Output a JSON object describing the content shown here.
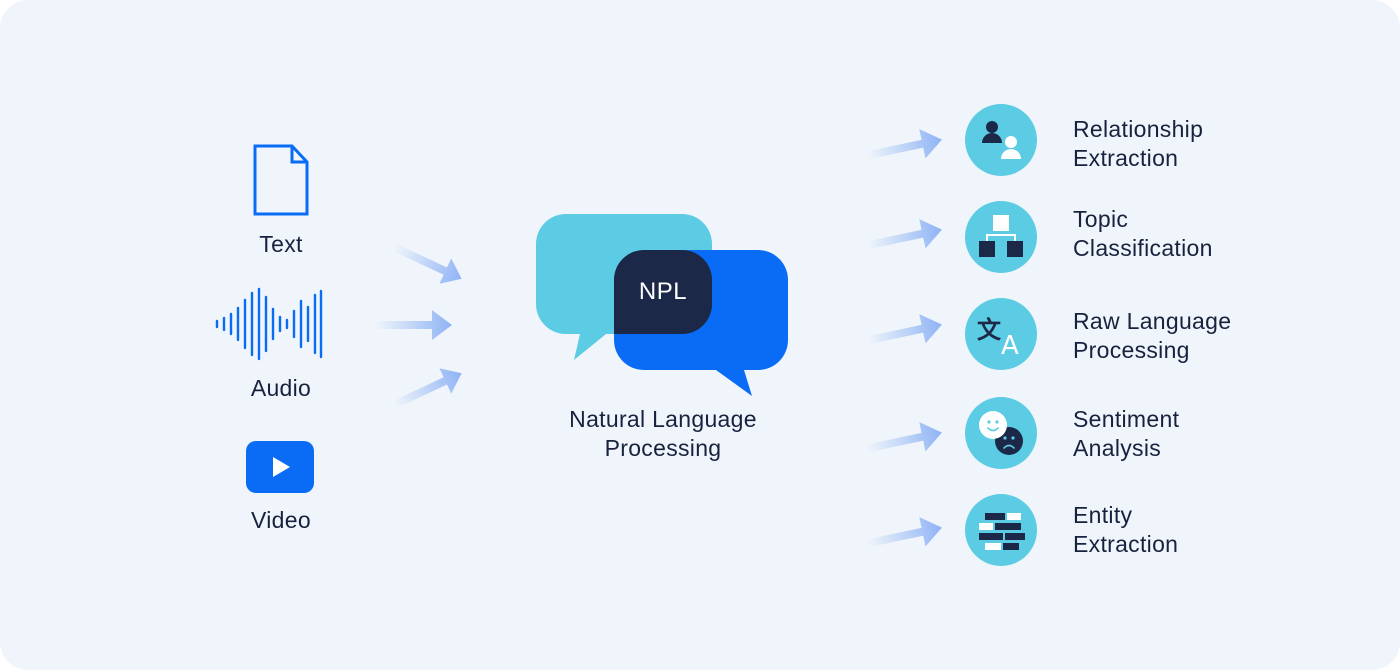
{
  "inputs": {
    "text": {
      "label": "Text",
      "icon": "document-icon"
    },
    "audio": {
      "label": "Audio",
      "icon": "sound-wave-icon"
    },
    "video": {
      "label": "Video",
      "icon": "play-icon"
    }
  },
  "center": {
    "badge": "NPL",
    "label_line1": "Natural Language",
    "label_line2": "Processing"
  },
  "outputs": [
    {
      "line1": "Relationship",
      "line2": "Extraction",
      "icon": "people-icon"
    },
    {
      "line1": "Topic",
      "line2": "Classification",
      "icon": "hierarchy-icon"
    },
    {
      "line1": "Raw Language",
      "line2": "Processing",
      "icon": "translate-icon"
    },
    {
      "line1": "Sentiment",
      "line2": "Analysis",
      "icon": "emoji-faces-icon"
    },
    {
      "line1": "Entity",
      "line2": "Extraction",
      "icon": "blocks-icon"
    }
  ],
  "colors": {
    "background": "#eff5fa",
    "text": "#18223f",
    "primary_blue": "#0a6cf5",
    "light_cyan": "#5ccbe4",
    "navy": "#1b2847",
    "arrow": "#8fb3f5"
  }
}
